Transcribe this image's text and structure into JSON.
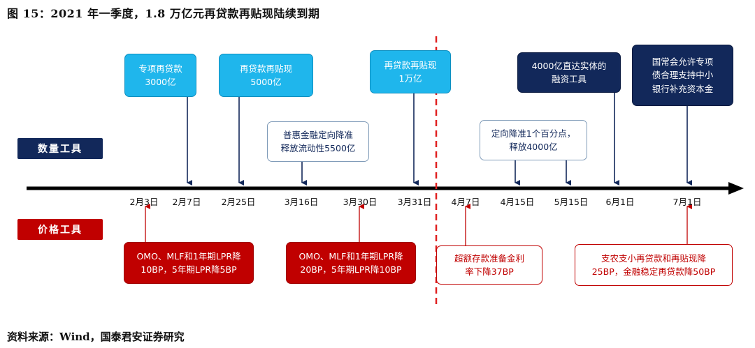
{
  "title": "图 15：2021 年一季度，1.8 万亿元再贷款再贴现陆续到期",
  "source": "资料来源：Wind，国泰君安证券研究",
  "labels": {
    "quantity": "数量工具",
    "price": "价格工具"
  },
  "dates": [
    "2月3日",
    "2月7日",
    "2月25日",
    "3月16日",
    "3月30日",
    "3月31日",
    "4月7日",
    "4月15日",
    "5月15日",
    "6月1日",
    "7月1日"
  ],
  "quantity_events": [
    {
      "line1": "专项再贷款",
      "line2": "3000亿"
    },
    {
      "line1": "再贷款再贴现",
      "line2": "5000亿"
    },
    {
      "line1": "普惠金融定向降准",
      "line2": "释放流动性5500亿"
    },
    {
      "line1": "再贷款再贴现",
      "line2": "1万亿"
    },
    {
      "line1": "定向降准1个百分点，",
      "line2": "释放4000亿"
    },
    {
      "line1": "4000亿直达实体的",
      "line2": "融资工具"
    },
    {
      "line1": "国常会允许专项",
      "line2": "债合理支持中小",
      "line3": "银行补充资本金"
    }
  ],
  "price_events": [
    {
      "line1": "OMO、MLF和1年期LPR降",
      "line2": "10BP，5年期LPR降5BP"
    },
    {
      "line1": "OMO、MLF和1年期LPR降",
      "line2": "20BP，5年期LPR降10BP"
    },
    {
      "line1": "超额存款准备金利",
      "line2": "率下降37BP"
    },
    {
      "line1": "支农支小再贷款和再贴现降",
      "line2": "25BP，金融稳定再贷款降50BP"
    }
  ],
  "colors": {
    "light_blue": "#1fb6ec",
    "navy": "#12285a",
    "red": "#c00000",
    "axis": "#000000"
  }
}
